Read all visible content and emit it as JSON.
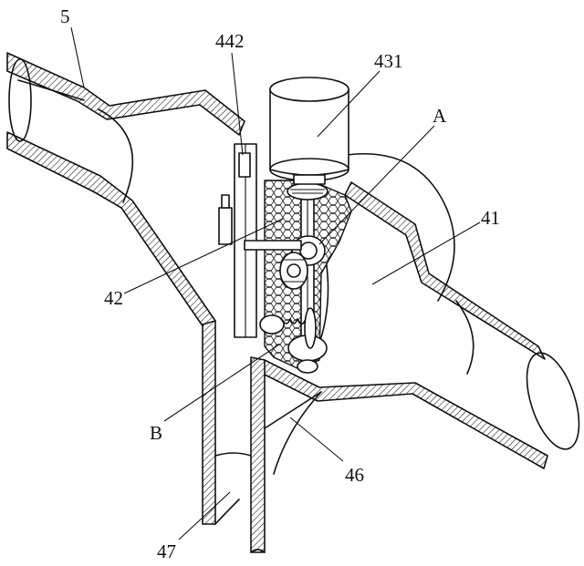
{
  "labels": {
    "main_duct": "5",
    "clamp_bracket": "442",
    "motor": "431",
    "detail_a": "A",
    "valve_body": "41",
    "filter_screen": "42",
    "detail_b": "B",
    "branch_outer": "46",
    "branch_pipe": "47"
  }
}
